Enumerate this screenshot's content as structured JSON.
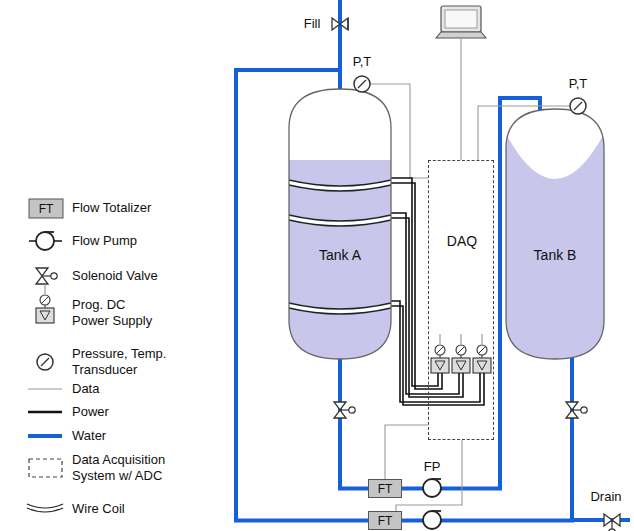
{
  "diagram": {
    "nodes": [
      {
        "text": [
          "Tank A"
        ]
      },
      {
        "text": [
          "DAQ"
        ]
      },
      {
        "text": [
          "Tank B"
        ]
      },
      {
        "text": [
          "FT"
        ]
      },
      {
        "text": [
          "FT"
        ]
      }
    ],
    "edges": [
      {
        "from": 0,
        "to": 3,
        "arrow": "none"
      },
      {
        "from": 3,
        "to": 2,
        "arrow": "none"
      },
      {
        "from": 2,
        "to": 4,
        "arrow": "none"
      },
      {
        "from": 4,
        "to": 0,
        "arrow": "none"
      },
      {
        "from": 3,
        "to": 1,
        "arrow": "none"
      },
      {
        "from": 4,
        "to": 1,
        "arrow": "none"
      }
    ],
    "labels": [
      "FT",
      "Fill",
      "P,T",
      "P,T",
      "FP",
      "Drain"
    ],
    "legend": [
      {
        "text": "Flow Totalizer"
      },
      {
        "text": "Flow Pump"
      },
      {
        "text": "Solenoid Valve"
      },
      {
        "text": "Prog. DC Power Supply"
      },
      {
        "text": "Pressure, Temp. Transducer"
      },
      {
        "text": "Data"
      },
      {
        "text": "Power"
      },
      {
        "text": "Water"
      },
      {
        "text": "Data Acquisition System w/ ADC"
      },
      {
        "text": "Wire Coil"
      }
    ]
  }
}
